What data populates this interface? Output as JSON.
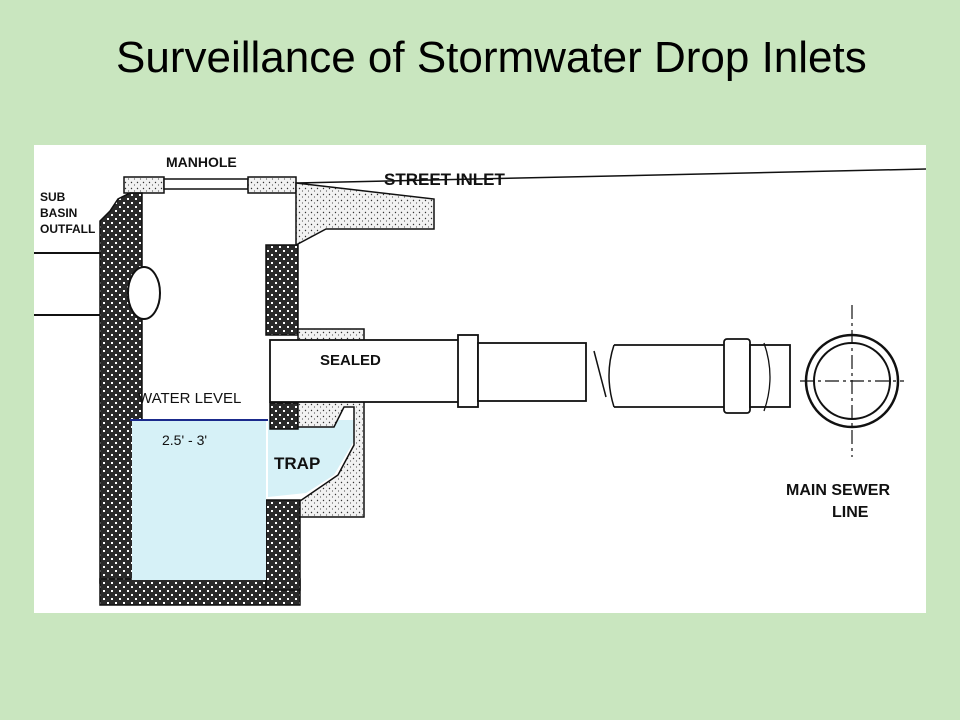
{
  "slide": {
    "title": "Surveillance of Stormwater Drop Inlets"
  },
  "diagram": {
    "labels": {
      "manhole": "MANHOLE",
      "street_inlet": "STREET INLET",
      "sub_basin_outfall": [
        "SUB",
        "BASIN",
        "OUTFALL"
      ],
      "sealed": "SEALED",
      "water_level": "WATER LEVEL",
      "depth": "2.5' - 3'",
      "trap": "TRAP",
      "main_sewer_line": [
        "MAIN SEWER",
        "LINE"
      ]
    },
    "colors": {
      "water": "#d6f1f7",
      "water_line": "#1a2a8c",
      "masonry": "#222222",
      "concrete": "#e9e9e9"
    }
  }
}
